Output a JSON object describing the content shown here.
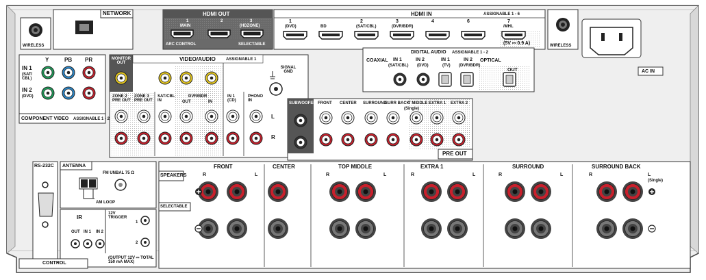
{
  "network": {
    "title": "NETWORK",
    "wireless_label": "WIRELESS"
  },
  "hdmi_out": {
    "title": "HDMI OUT",
    "ports": [
      {
        "num": "1",
        "label": "MAIN"
      },
      {
        "num": "2",
        "label": ""
      },
      {
        "num": "3",
        "label": "(HDZONE)"
      }
    ],
    "arc_label": "ARC CONTROL",
    "selectable_label": "SELECTABLE"
  },
  "hdmi_in": {
    "title": "HDMI IN",
    "assignable": "ASSIGNABLE 1 - 6",
    "ports": [
      {
        "num": "1",
        "label": "(DVD)"
      },
      {
        "num": "",
        "label": "BD"
      },
      {
        "num": "2",
        "label": "(SAT/CBL)"
      },
      {
        "num": "3",
        "label": "(DVR/BDR)"
      },
      {
        "num": "4",
        "label": ""
      },
      {
        "num": "6",
        "label": ""
      },
      {
        "num": "7",
        "label": "/MHL"
      }
    ],
    "mhl_power": "(5V ⎓ 0.9 A)"
  },
  "wireless_right": "WIRELESS",
  "ac_in": "AC IN",
  "component_video": {
    "title": "COMPONENT VIDEO",
    "assignable": "ASSIGNABLE 1 - 2",
    "cols": [
      "Y",
      "PB",
      "PR"
    ],
    "in1": "IN 1",
    "in1_sub": "(SAT/ CBL)",
    "in2": "IN 2",
    "in2_sub": "(DVD)"
  },
  "video_audio": {
    "monitor_out": "MONITOR OUT",
    "title": "VIDEO/AUDIO",
    "assignable": "ASSIGNABLE 1",
    "signal_gnd": "SIGNAL GND",
    "zone2": "ZONE 2 PRE OUT",
    "zone3": "ZONE 3 PRE OUT",
    "satcbl": "SAT/CBL IN",
    "dvrbdr": "DVR/BDR",
    "dvr_out": "OUT",
    "dvr_in": "IN",
    "cd": "IN 1 (CD)",
    "phono": "PHONO IN",
    "left": "L",
    "right": "R"
  },
  "digital_audio": {
    "title": "DIGITAL AUDIO",
    "assignable": "ASSIGNABLE 1 - 2",
    "coaxial": "COAXIAL",
    "coax_in1": "IN 1",
    "coax_in1_sub": "(SAT/CBL)",
    "coax_in2": "IN 2",
    "coax_in2_sub": "(DVD)",
    "optical": "OPTICAL",
    "opt_in1": "IN 1",
    "opt_in1_sub": "(TV)",
    "opt_in2": "IN 2",
    "opt_in2_sub": "(DVR/BDR)",
    "out": "OUT"
  },
  "pre_out": {
    "title": "PRE OUT",
    "subwoofer": "SUBWOOFER",
    "channels": [
      "FRONT",
      "CENTER",
      "SURROUND",
      "SURR BACK",
      "T MIDDLE",
      "EXTRA 1",
      "EXTRA 2"
    ],
    "single": "(Single)"
  },
  "rs232c": "RS-232C",
  "antenna": {
    "title": "ANTENNA",
    "fm": "FM UNBAL 75 Ω",
    "am": "AM LOOP"
  },
  "ir": {
    "title": "IR",
    "out": "OUT",
    "in1": "IN 1",
    "in2": "IN 2"
  },
  "trigger": {
    "title": "12V TRIGGER",
    "one": "1",
    "two": "2",
    "note": "(OUTPUT 12V ⎓ TOTAL 150 mA MAX)"
  },
  "control": "CONTROL",
  "speakers": {
    "title": "SPEAKERS",
    "selectable": "SELECTABLE",
    "groups": [
      "FRONT",
      "CENTER",
      "TOP MIDDLE",
      "EXTRA 1",
      "SURROUND",
      "SURROUND BACK"
    ],
    "r": "R",
    "l": "L",
    "single": "(Single)"
  },
  "colors": {
    "green": "#1f9e5a",
    "blue": "#2a86c8",
    "red": "#c8202c",
    "yellow": "#e6c81e",
    "panel": "#f1f1f1",
    "dark": "#333333"
  }
}
